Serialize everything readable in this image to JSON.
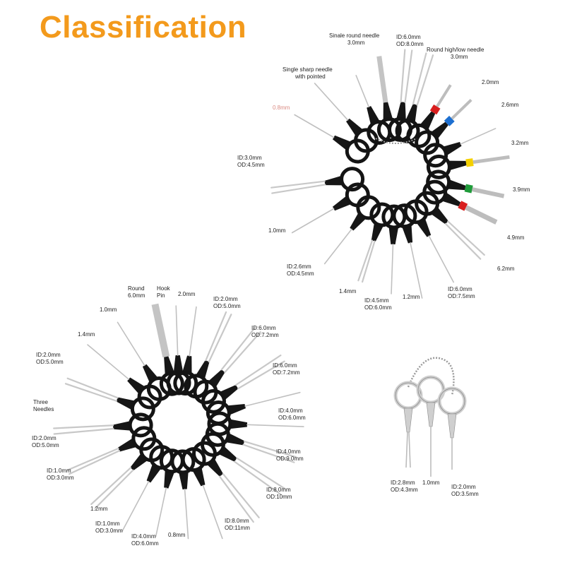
{
  "title": "Classification",
  "colors": {
    "accent": "#f39a1c"
  },
  "kit_top": {
    "labels": [
      {
        "lines": [
          "Sinale round needle",
          "3.0mm"
        ]
      },
      {
        "lines": [
          "ID:6.0mm",
          "OD:8.0mm"
        ]
      },
      {
        "lines": [
          "Round high/low needle",
          "3.0mm"
        ]
      },
      {
        "lines": [
          "Single sharp needle",
          "with pointed"
        ]
      },
      {
        "lines": [
          "2.0mm"
        ]
      },
      {
        "lines": [
          "0.8mm"
        ]
      },
      {
        "lines": [
          "2.6mm"
        ]
      },
      {
        "lines": [
          "3.2mm"
        ]
      },
      {
        "lines": [
          "ID:3.0mm",
          "OD:4.5mm"
        ]
      },
      {
        "lines": [
          "3.9mm"
        ]
      },
      {
        "lines": [
          "1.0mm"
        ]
      },
      {
        "lines": [
          "4.9mm"
        ]
      },
      {
        "lines": [
          "ID:2.6mm",
          "OD:4.5mm"
        ]
      },
      {
        "lines": [
          "6.2mm"
        ]
      },
      {
        "lines": [
          "1.4mm"
        ]
      },
      {
        "lines": [
          "ID:4.5mm",
          "OD:6.0mm"
        ]
      },
      {
        "lines": [
          "1.2mm"
        ]
      },
      {
        "lines": [
          "ID:6.0mm",
          "OD:7.5mm"
        ]
      }
    ]
  },
  "kit_bottom": {
    "labels": [
      {
        "lines": [
          "Round",
          "6.0mm"
        ]
      },
      {
        "lines": [
          "Hook",
          "Pin"
        ]
      },
      {
        "lines": [
          "2.0mm"
        ]
      },
      {
        "lines": [
          "ID:2.0mm",
          "OD:5.0mm"
        ]
      },
      {
        "lines": [
          "1.0mm"
        ]
      },
      {
        "lines": [
          "ID:6.0mm",
          "OD:7.2mm"
        ]
      },
      {
        "lines": [
          "1.4mm"
        ]
      },
      {
        "lines": [
          "ID:6.0mm",
          "OD:7.2mm"
        ]
      },
      {
        "lines": [
          "ID:2.0mm",
          "OD:5.0mm"
        ]
      },
      {
        "lines": [
          "Three",
          "Needles"
        ]
      },
      {
        "lines": [
          "ID:4.0mm",
          "OD:6.0mm"
        ]
      },
      {
        "lines": [
          "ID:2.0mm",
          "OD:5.0mm"
        ]
      },
      {
        "lines": [
          "ID:4.0mm",
          "OD:9.0mm"
        ]
      },
      {
        "lines": [
          "ID:1.0mm",
          "OD:3.0mm"
        ]
      },
      {
        "lines": [
          "ID:8.0mm",
          "OD:10mm"
        ]
      },
      {
        "lines": [
          "1.2mm"
        ]
      },
      {
        "lines": [
          "ID:1.0mm",
          "OD:3.0mm"
        ]
      },
      {
        "lines": [
          "ID:4.0mm",
          "OD:6.0mm"
        ]
      },
      {
        "lines": [
          "0.8mm"
        ]
      },
      {
        "lines": [
          "ID:8.0mm",
          "OD:11mm"
        ]
      }
    ]
  },
  "kit_small": {
    "labels": [
      {
        "lines": [
          "ID:2.8mm",
          "OD:4.3mm"
        ]
      },
      {
        "lines": [
          "1.0mm"
        ]
      },
      {
        "lines": [
          "ID:2.0mm",
          "OD:3.5mm"
        ]
      }
    ]
  }
}
